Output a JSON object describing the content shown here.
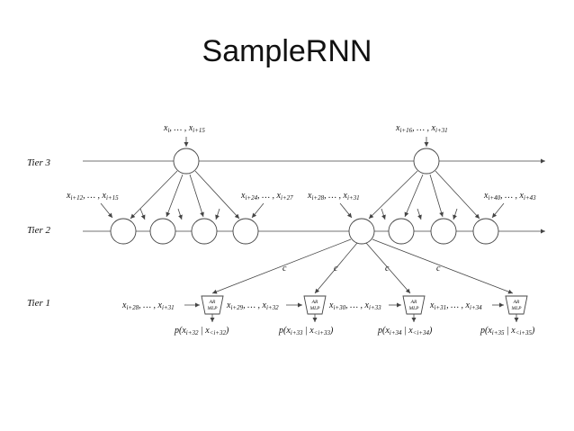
{
  "slide": {
    "title": "SampleRNN"
  },
  "tiers": {
    "tier3": "Tier 3",
    "tier2": "Tier 2",
    "tier1": "Tier 1"
  },
  "tier3_inputs": [
    {
      "a": "x",
      "as": "i",
      "b": "x",
      "bs": "i+15"
    },
    {
      "a": "x",
      "as": "i+16",
      "b": "x",
      "bs": "i+31"
    }
  ],
  "tier2_inputs": [
    {
      "a": "x",
      "as": "i+12",
      "b": "x",
      "bs": "i+15"
    },
    {
      "a": "x",
      "as": "i+24",
      "b": "x",
      "bs": "i+27"
    },
    {
      "a": "x",
      "as": "i+28",
      "b": "x",
      "bs": "i+31"
    },
    {
      "a": "x",
      "as": "i+40",
      "b": "x",
      "bs": "i+43"
    }
  ],
  "tier1_inputs": [
    {
      "a": "x",
      "as": "i+28",
      "b": "x",
      "bs": "i+31"
    },
    {
      "a": "x",
      "as": "i+29",
      "b": "x",
      "bs": "i+32"
    },
    {
      "a": "x",
      "as": "i+30",
      "b": "x",
      "bs": "i+33"
    },
    {
      "a": "x",
      "as": "i+31",
      "b": "x",
      "bs": "i+34"
    }
  ],
  "separator": ", … , ",
  "mlp": {
    "line1": "AR",
    "line2": "MLP"
  },
  "conditioning_label": "c",
  "outputs": [
    {
      "pre": "p(x",
      "sub1": "i+32",
      "mid": " | x",
      "sub2": "<i+32",
      "post": ")"
    },
    {
      "pre": "p(x",
      "sub1": "i+33",
      "mid": " | x",
      "sub2": "<i+33",
      "post": ")"
    },
    {
      "pre": "p(x",
      "sub1": "i+34",
      "mid": " | x",
      "sub2": "<i+34",
      "post": ")"
    },
    {
      "pre": "p(x",
      "sub1": "i+35",
      "mid": " | x",
      "sub2": "<i+35",
      "post": ")"
    }
  ]
}
